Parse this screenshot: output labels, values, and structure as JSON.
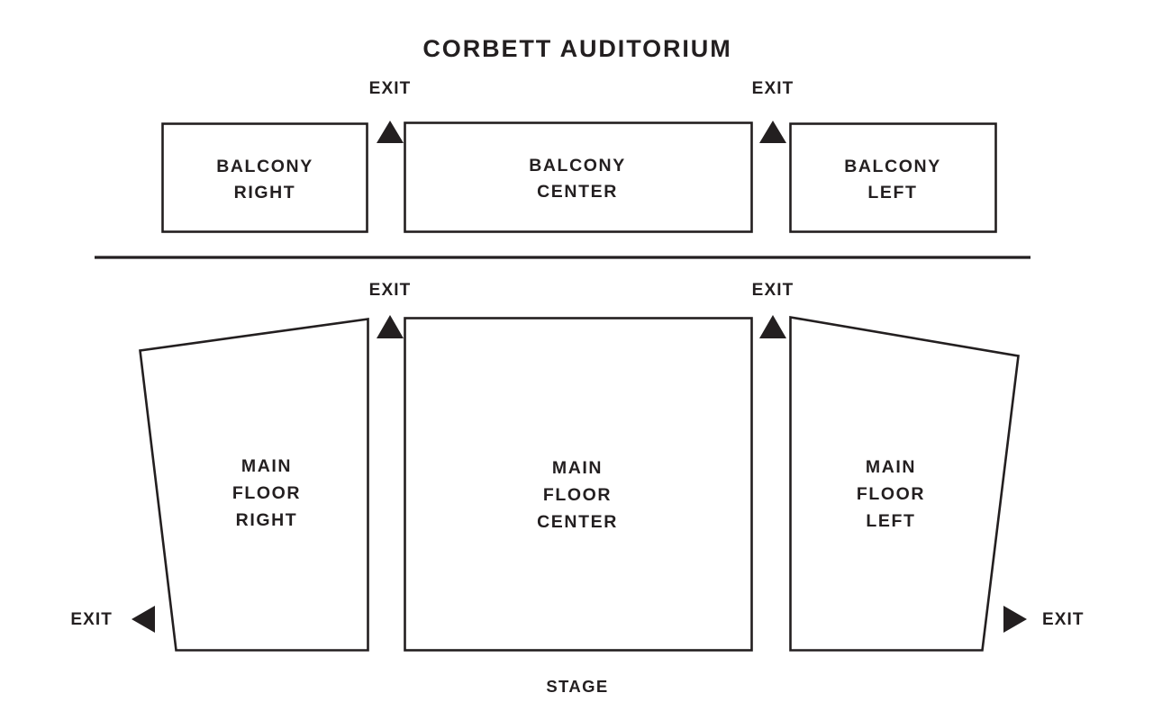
{
  "title": "CORBETT AUDITORIUM",
  "colors": {
    "ink": "#231f20",
    "background": "#ffffff"
  },
  "stage_label": "STAGE",
  "levels": {
    "balcony": {
      "sections": [
        {
          "id": "balcony-right",
          "line1": "BALCONY",
          "line2": "RIGHT",
          "line3": ""
        },
        {
          "id": "balcony-center",
          "line1": "BALCONY",
          "line2": "CENTER",
          "line3": ""
        },
        {
          "id": "balcony-left",
          "line1": "BALCONY",
          "line2": "LEFT",
          "line3": ""
        }
      ]
    },
    "main_floor": {
      "sections": [
        {
          "id": "main-floor-right",
          "line1": "MAIN",
          "line2": "FLOOR",
          "line3": "RIGHT"
        },
        {
          "id": "main-floor-center",
          "line1": "MAIN",
          "line2": "FLOOR",
          "line3": "CENTER"
        },
        {
          "id": "main-floor-left",
          "line1": "MAIN",
          "line2": "FLOOR",
          "line3": "LEFT"
        }
      ]
    }
  },
  "exits": [
    {
      "id": "exit-balcony-right-aisle",
      "label": "EXIT",
      "direction": "up"
    },
    {
      "id": "exit-balcony-left-aisle",
      "label": "EXIT",
      "direction": "up"
    },
    {
      "id": "exit-main-right-aisle",
      "label": "EXIT",
      "direction": "up"
    },
    {
      "id": "exit-main-left-aisle",
      "label": "EXIT",
      "direction": "up"
    },
    {
      "id": "exit-main-far-right",
      "label": "EXIT",
      "direction": "left"
    },
    {
      "id": "exit-main-far-left",
      "label": "EXIT",
      "direction": "right"
    }
  ]
}
